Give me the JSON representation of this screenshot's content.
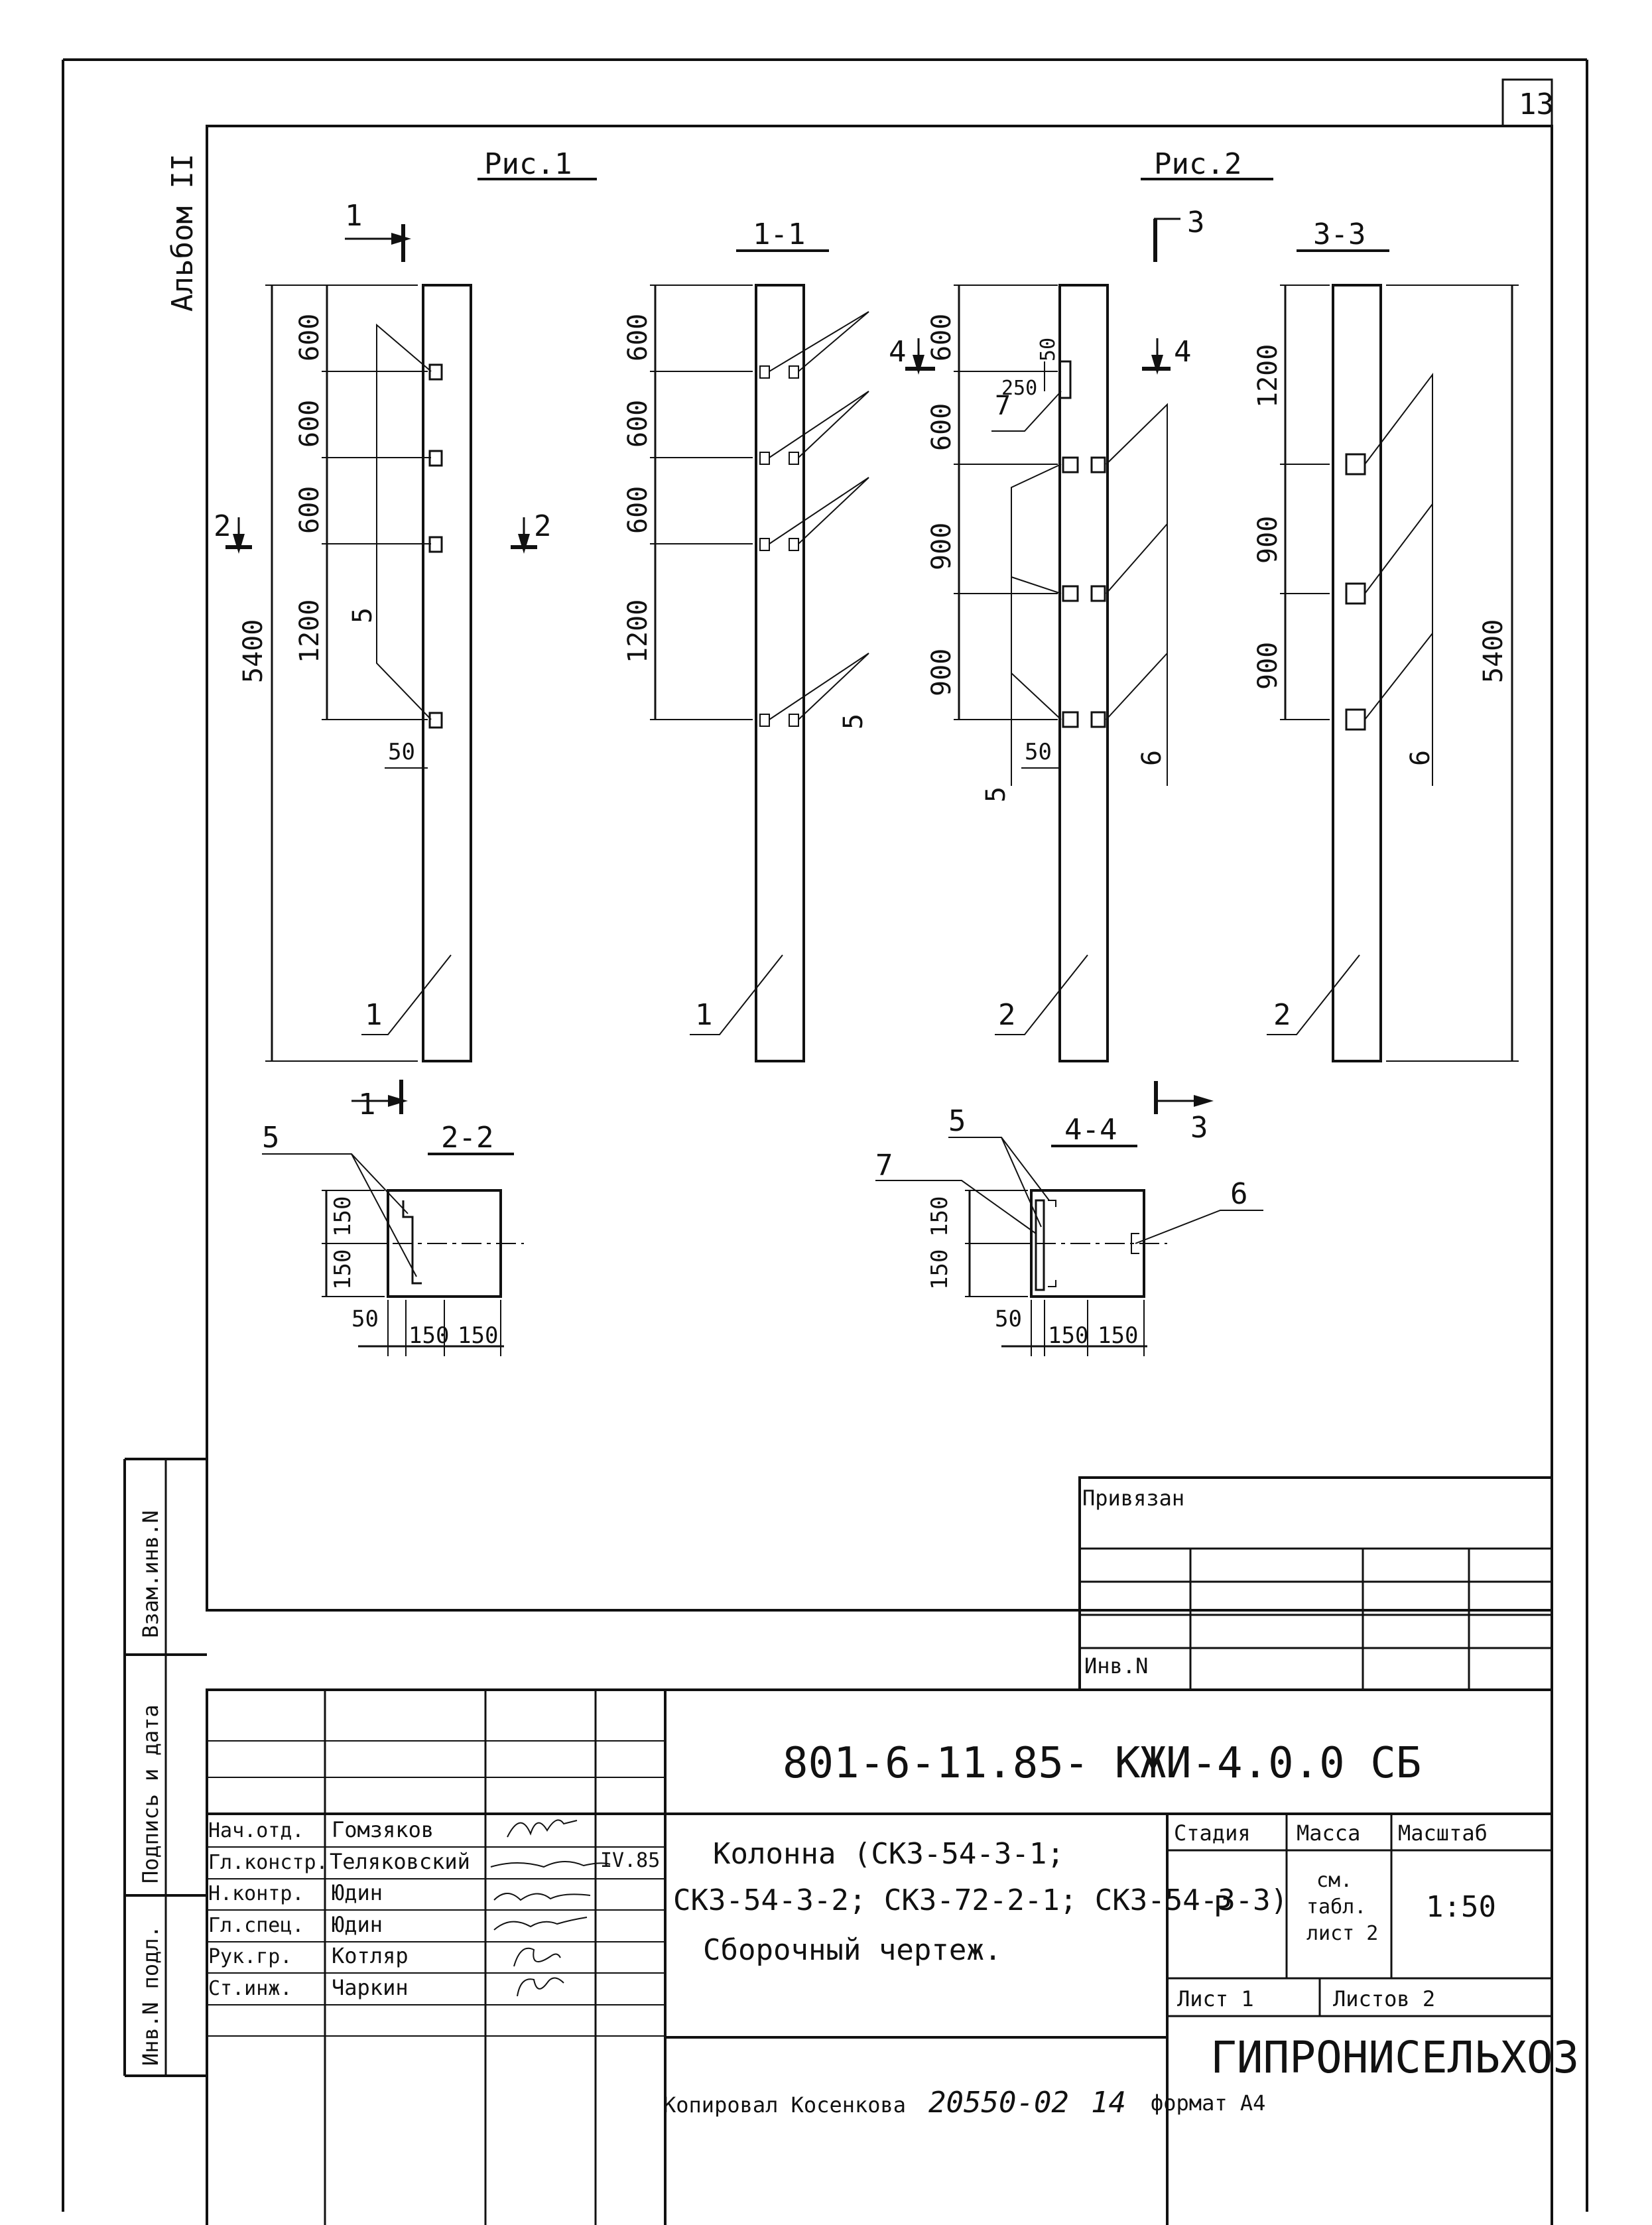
{
  "page_number": "13",
  "album": "Альбом II",
  "views": {
    "fig1": "Рис.1",
    "fig2": "Рис.2",
    "sec11": "1-1",
    "sec22": "2-2",
    "sec33": "3-3",
    "sec44": "4-4",
    "cut1": "1",
    "cut2": "2",
    "cut3": "3",
    "cut4": "4"
  },
  "dims": {
    "d600": "600",
    "d900": "900",
    "d1200": "1200",
    "d5400": "5400",
    "d50": "50",
    "d150": "150",
    "d250": "250"
  },
  "callouts": {
    "p1": "1",
    "p2": "2",
    "p5": "5",
    "p6": "6",
    "p7": "7"
  },
  "side_labels": {
    "vzam": "Взам.инв.N",
    "podpis": "Подпись и дата",
    "inv": "Инв.N подл."
  },
  "privyazan": {
    "title": "Привязан",
    "inv": "Инв.N"
  },
  "title_block": {
    "doc_code": "801-6-11.85- КЖИ-4.0.0 СБ",
    "desc_line1": "Колонна (СК3-54-3-1;",
    "desc_line2": "СК3-54-3-2; СК3-72-2-1; СК3-54-3-3)",
    "desc_line3": "Сборочный чертеж.",
    "stadiya_label": "Стадия",
    "massa_label": "Масса",
    "masshtab_label": "Масштаб",
    "stadiya": "Р",
    "massa_l1": "см.",
    "massa_l2": "табл.",
    "massa_l3": "лист 2",
    "masshtab": "1:50",
    "list": "Лист 1",
    "listov": "Листов 2",
    "org": "ГИПРОНИСЕЛЬХОЗ",
    "staff": [
      {
        "role": "Нач.отд.",
        "name": "Гомзяков"
      },
      {
        "role": "Гл.констр.",
        "name": "Теляковский"
      },
      {
        "role": "Н.контр.",
        "name": "Юдин"
      },
      {
        "role": "Гл.спец.",
        "name": "Юдин"
      },
      {
        "role": "Рук.гр.",
        "name": "Котляр"
      },
      {
        "role": "Ст.инж.",
        "name": "Чаркин"
      }
    ],
    "date_note": "IV.85"
  },
  "footer": {
    "copied": "Копировал Косенкова",
    "order": "20550-02",
    "sheet": "14",
    "format": "формат А4"
  }
}
